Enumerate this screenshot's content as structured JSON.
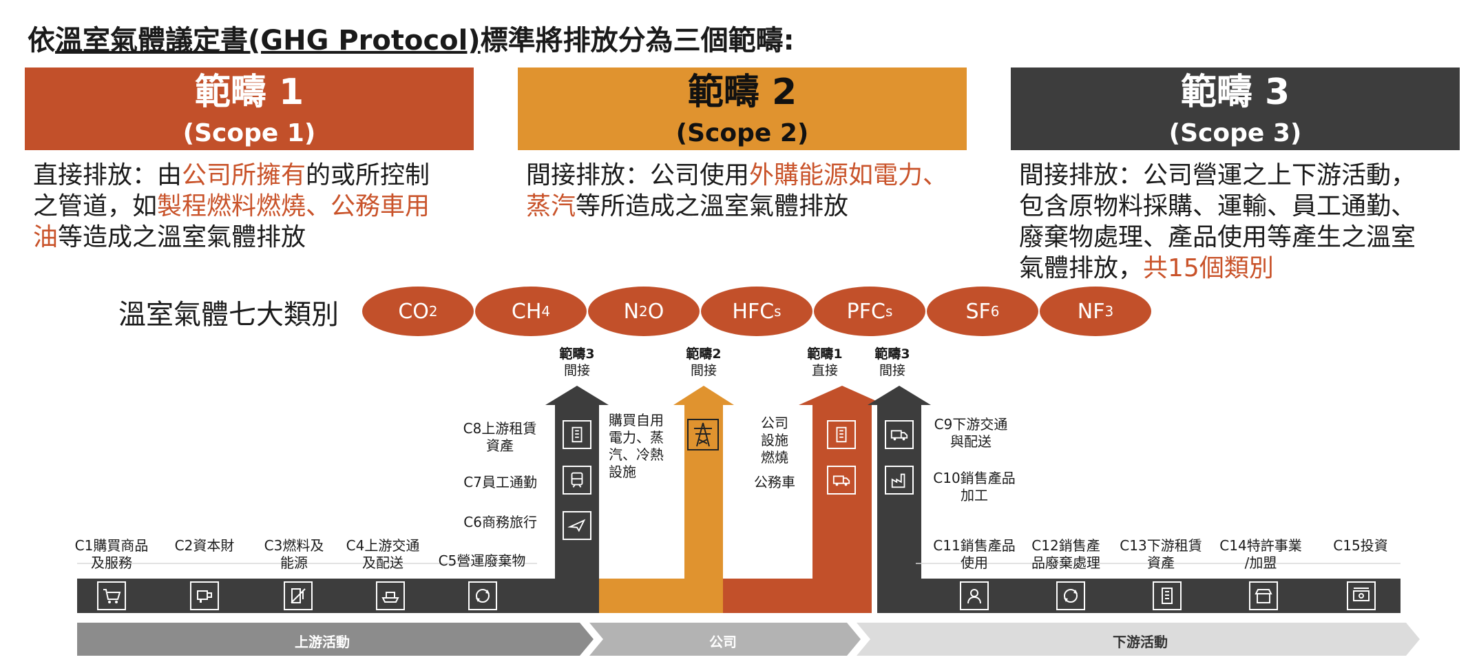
{
  "title": {
    "pre": "依",
    "underlined": "溫室氣體議定書(GHG Protocol)",
    "post": "標準將排放分為三個範疇:"
  },
  "colors": {
    "scope1": "#c2502a",
    "scope2": "#e0932f",
    "scope3": "#3d3d3d",
    "highlight": "#c9532a"
  },
  "scopes": [
    {
      "name": "範疇 1",
      "sub": "(Scope 1)"
    },
    {
      "name": "範疇 2",
      "sub": "(Scope 2)"
    },
    {
      "name": "範疇 3",
      "sub": "(Scope 3)"
    }
  ],
  "desc1": {
    "a": "直接排放：由",
    "b": "公司所擁有",
    "c": "的或所控制",
    "d": "之管道，如",
    "e": "製程燃料燃燒、公務車用",
    "f": "油",
    "g": "等造成之溫室氣體排放"
  },
  "desc2": {
    "a": "間接排放：公司使用",
    "b": "外購能源如電力、",
    "c": "蒸汽",
    "d": "等所造成之溫室氣體排放"
  },
  "desc3": {
    "a": "間接排放：公司營運之上下游活動，",
    "b": "包含原物料採購、運輸、員工通勤、",
    "c": "廢棄物處理、產品使用等產生之溫室",
    "d": "氣體排放，",
    "e": "共15個類別"
  },
  "ghg": {
    "label": "溫室氣體七大類別",
    "gases": [
      {
        "main": "CO",
        "sub": "2",
        "tail": ""
      },
      {
        "main": "CH",
        "sub": "4",
        "tail": ""
      },
      {
        "main": "N",
        "sub": "2",
        "tail": "O"
      },
      {
        "main": "HFC",
        "sub": "s",
        "tail": ""
      },
      {
        "main": "PFC",
        "sub": "s",
        "tail": ""
      },
      {
        "main": "SF",
        "sub": "6",
        "tail": ""
      },
      {
        "main": "NF",
        "sub": "3",
        "tail": ""
      }
    ]
  },
  "arrows": {
    "scope3_up": {
      "title": "範疇3",
      "sub": "間接"
    },
    "scope2": {
      "title": "範疇2",
      "sub": "間接"
    },
    "scope1": {
      "title": "範疇1",
      "sub": "直接"
    },
    "scope3_down": {
      "title": "範疇3",
      "sub": "間接"
    }
  },
  "categories": {
    "c1": [
      "C1購買商品",
      "及服務"
    ],
    "c2": [
      "C2資本財"
    ],
    "c3": [
      "C3燃料及",
      "能源"
    ],
    "c4": [
      "C4上游交通",
      "及配送"
    ],
    "c5": [
      "C5營運廢棄物"
    ],
    "c6": [
      "C6商務旅行"
    ],
    "c7": [
      "C7員工通勤"
    ],
    "c8": [
      "C8上游租賃",
      "資產"
    ],
    "c9": [
      "C9下游交通",
      "與配送"
    ],
    "c10": [
      "C10銷售產品",
      "加工"
    ],
    "c11": [
      "C11銷售產品",
      "使用"
    ],
    "c12": [
      "C12銷售產",
      "品廢棄處理"
    ],
    "c13": [
      "C13下游租賃",
      "資產"
    ],
    "c14": [
      "C14特許事業",
      "/加盟"
    ],
    "c15": [
      "C15投資"
    ]
  },
  "scope2_text": [
    "購買自用",
    "電力、蒸",
    "汽、冷熱",
    "設施"
  ],
  "scope1_text": [
    "公司",
    "設施",
    "燃燒"
  ],
  "scope1_car": "公務車",
  "bands": {
    "upstream": "上游活動",
    "company": "公司",
    "downstream": "下游活動"
  }
}
